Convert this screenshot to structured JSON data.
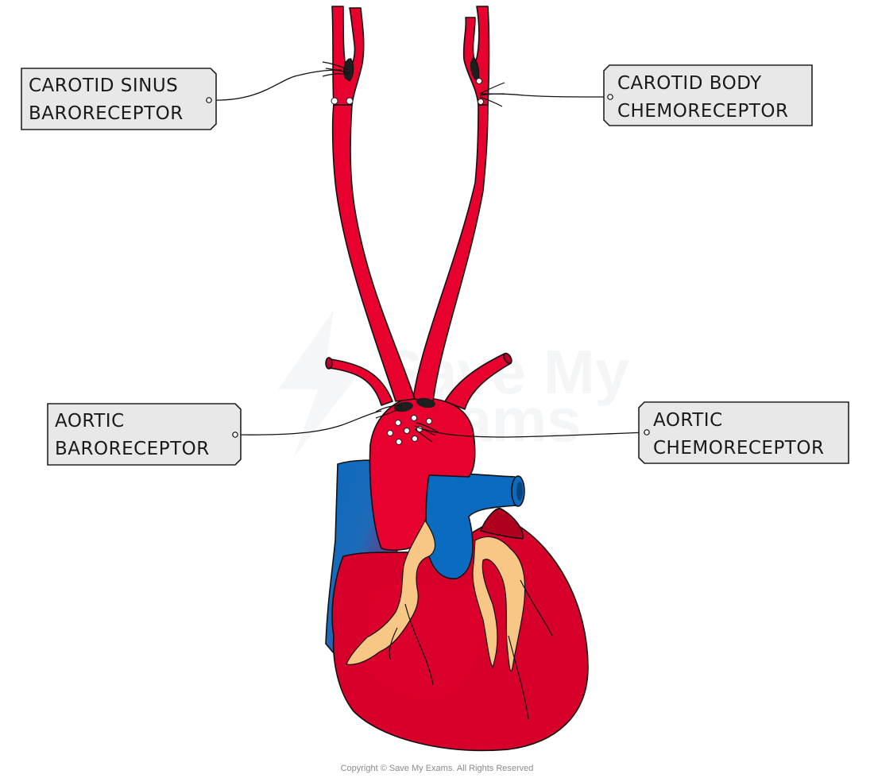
{
  "labels": {
    "carotid_sinus": {
      "line1": "CAROTID SINUS",
      "line2": "BARORECEPTOR"
    },
    "carotid_body": {
      "line1": "CAROTID BODY",
      "line2": "CHEMORECEPTOR"
    },
    "aortic_baro": {
      "line1": "AORTIC",
      "line2": "BARORECEPTOR"
    },
    "aortic_chemo": {
      "line1": "AORTIC",
      "line2": "CHEMORECEPTOR"
    }
  },
  "watermark": {
    "line1": "Save My",
    "line2": "Exams"
  },
  "copyright": "Copyright © Save My Exams. All Rights Reserved",
  "colors": {
    "artery": "#e8002f",
    "heart": "#d6002a",
    "vein": "#0a6bc0",
    "coronary": "#f8c685",
    "receptor": "#222222",
    "tag_fill": "#e8e8e8"
  }
}
